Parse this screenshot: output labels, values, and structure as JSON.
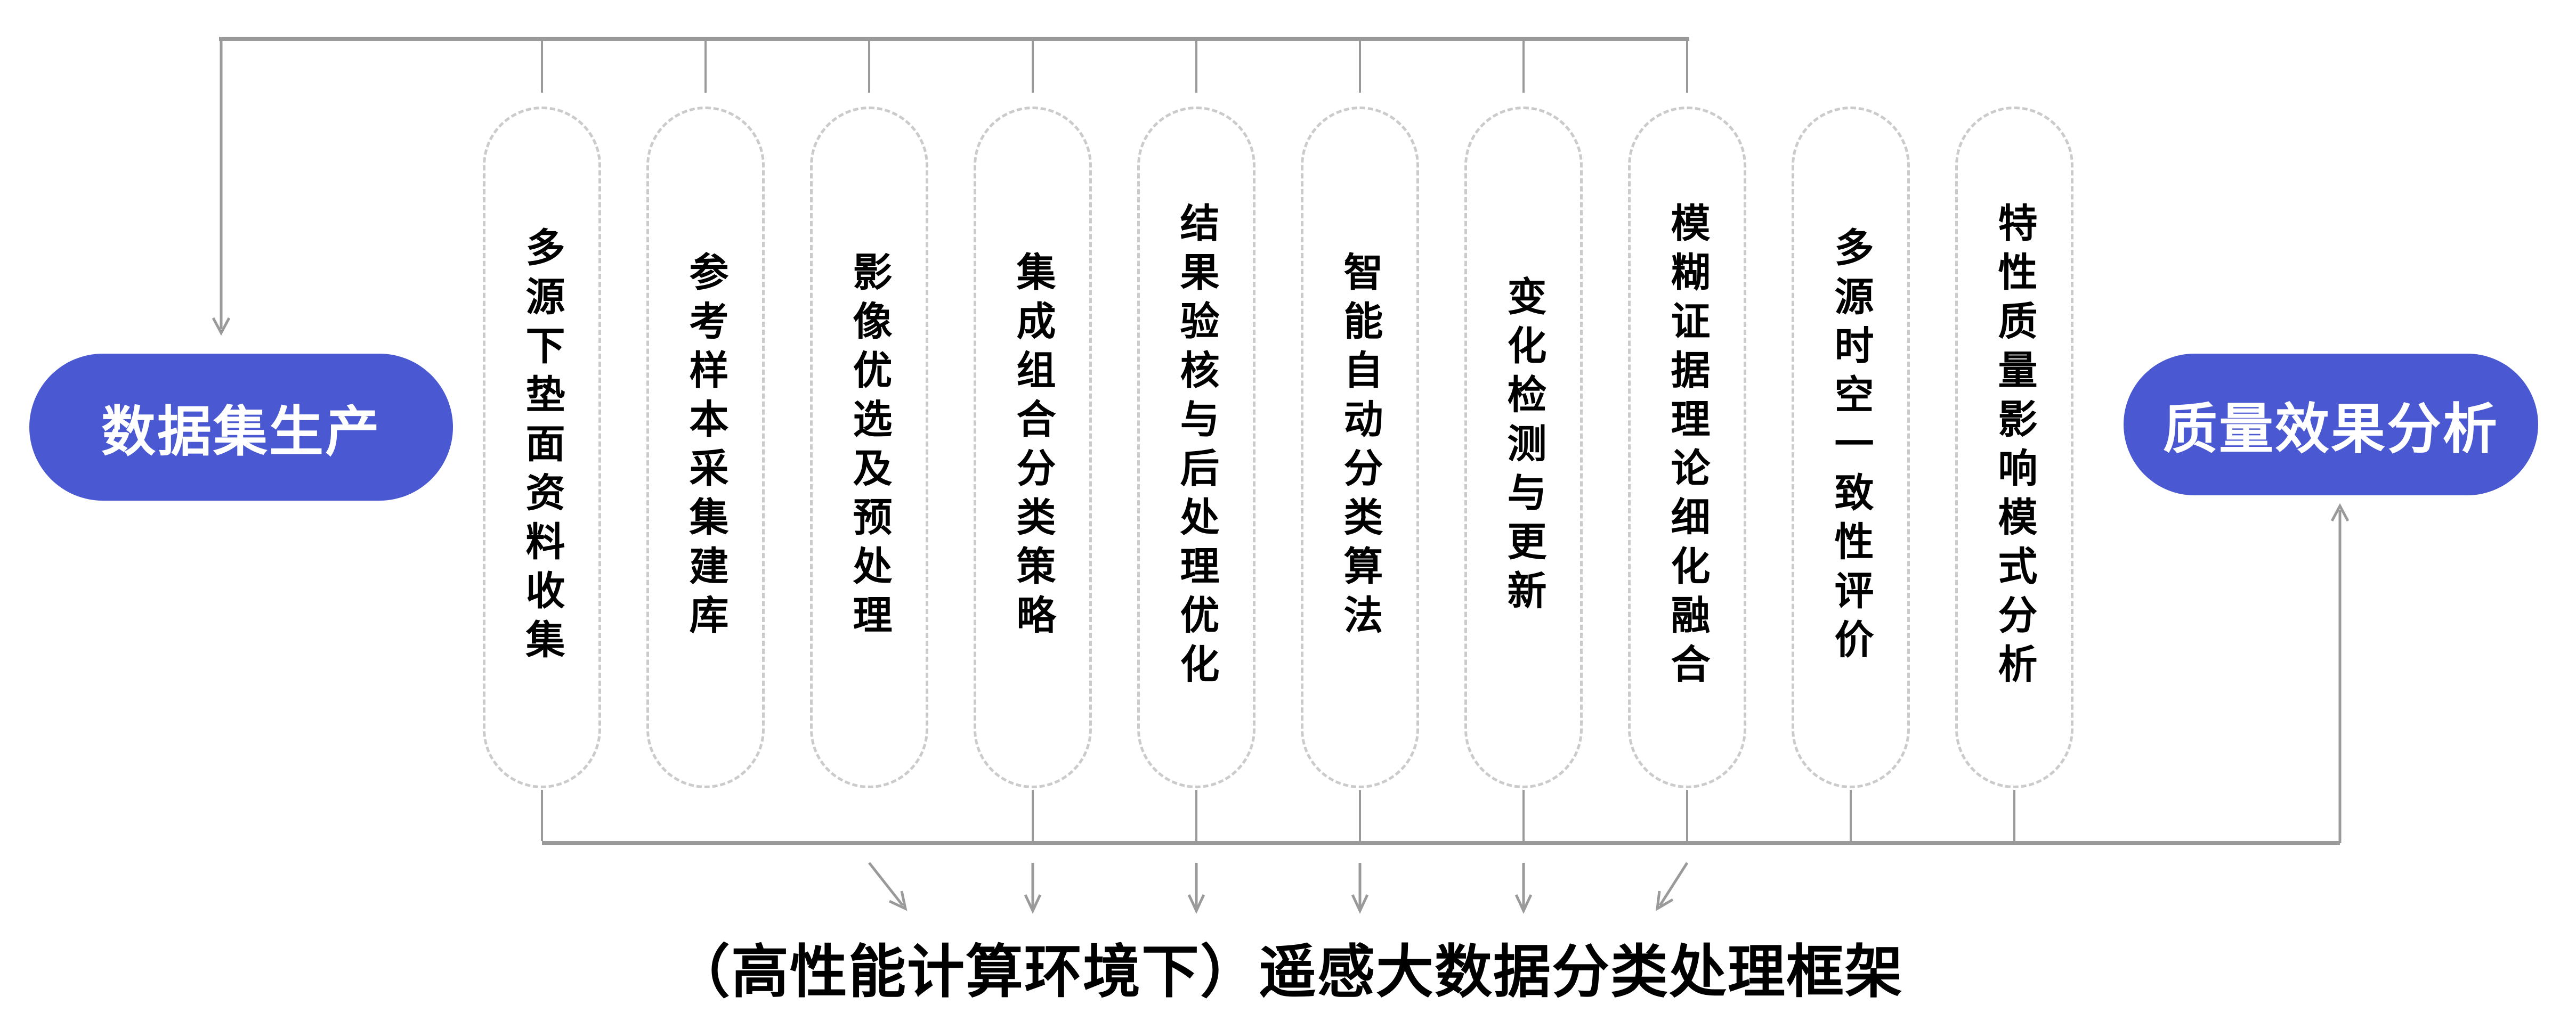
{
  "diagram": {
    "left_node": {
      "label": "数据集生产"
    },
    "right_node": {
      "label": "质量效果分析"
    },
    "stages": [
      {
        "label": "多源下垫面资料收集"
      },
      {
        "label": "参考样本采集建库"
      },
      {
        "label": "影像优选及预处理"
      },
      {
        "label": "集成组合分类策略"
      },
      {
        "label": "结果验核与后处理优化"
      },
      {
        "label": "智能自动分类算法"
      },
      {
        "label": "变化检测与更新"
      },
      {
        "label": "模糊证据理论细化融合"
      },
      {
        "label": "多源时空一致性评价"
      },
      {
        "label": "特性质量影响模式分析"
      }
    ],
    "caption": "（高性能计算环境下）遥感大数据分类处理框架",
    "colors": {
      "accent": "#4A59D1",
      "connector": "#9A9A9A",
      "capsule_border": "#CBCBCB",
      "caption_text": "#000000"
    }
  }
}
